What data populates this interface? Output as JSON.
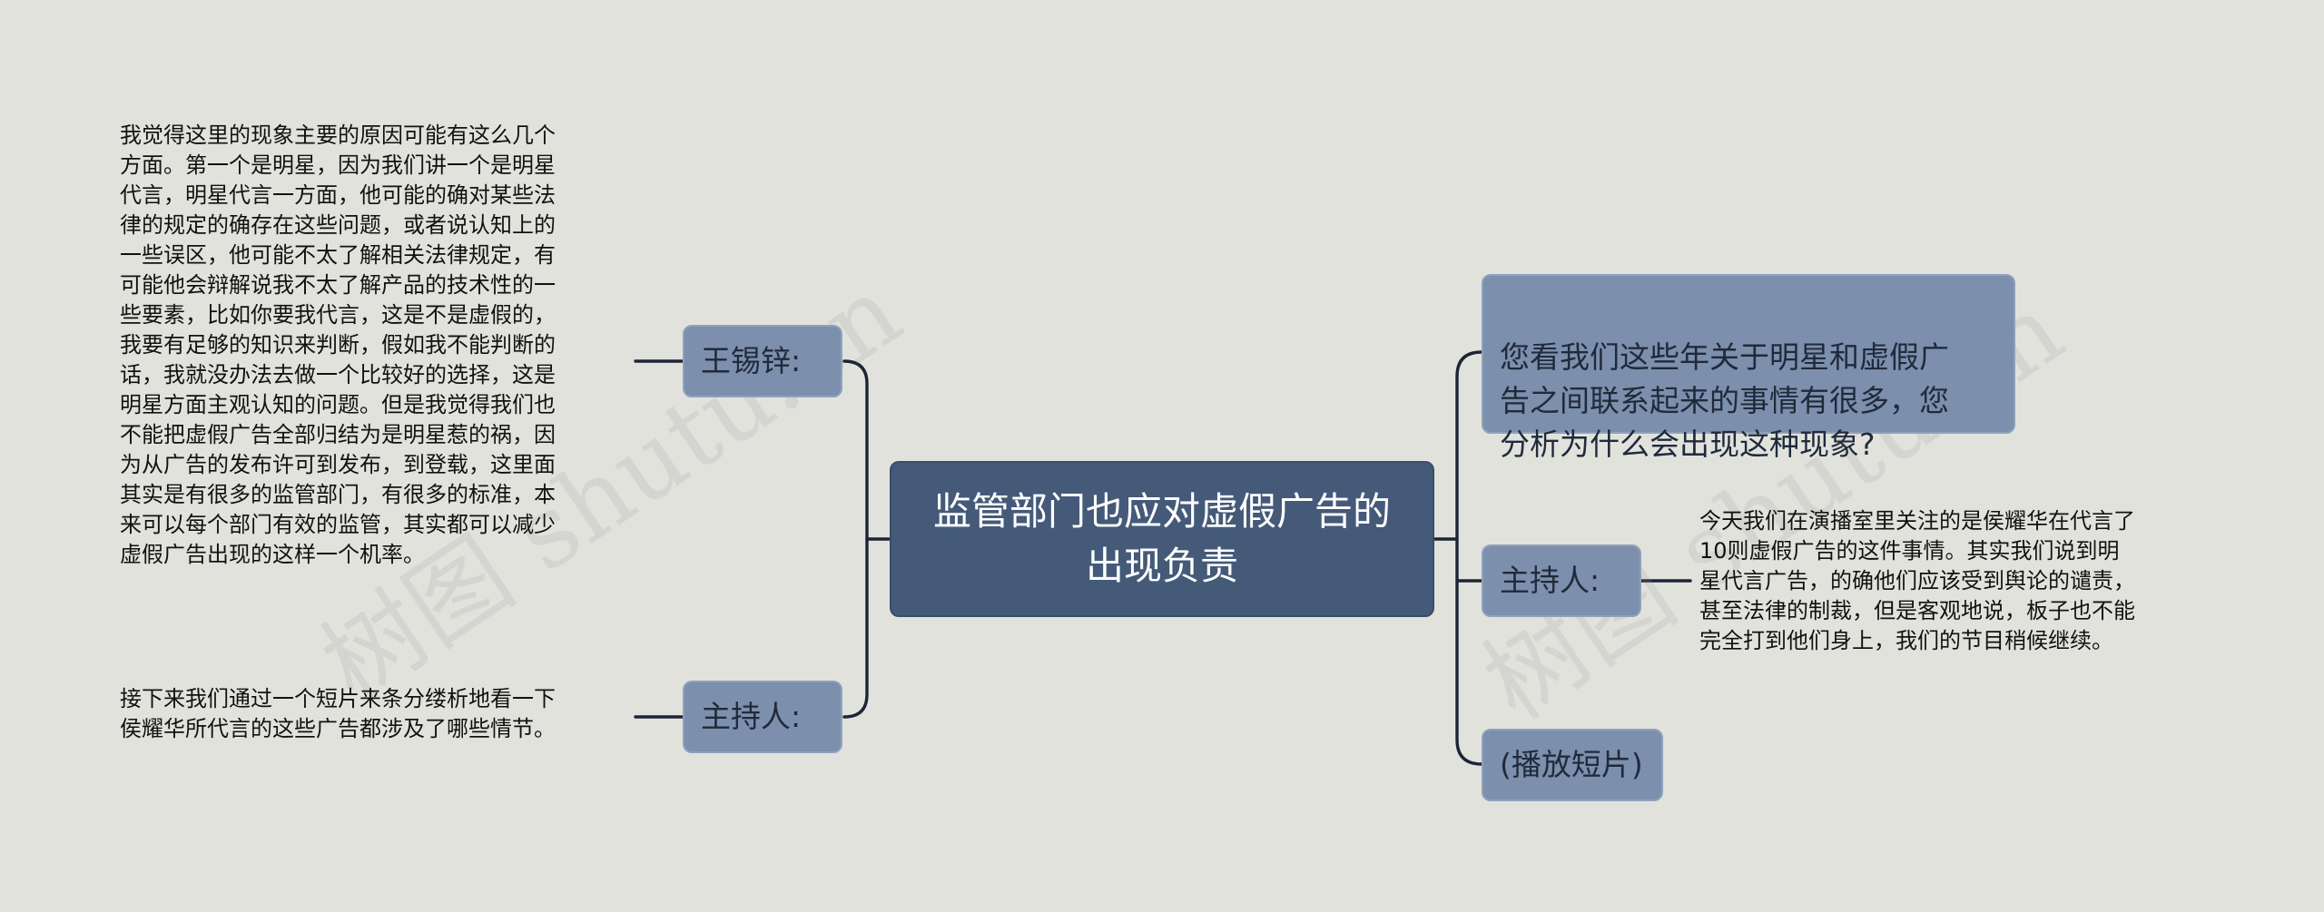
{
  "central": {
    "title": "监管部门也应对虚假广告的出现负责"
  },
  "left_branches": [
    {
      "speaker": "王锡锌:",
      "text": "我觉得这里的现象主要的原因可能有这么几个\n方面。第一个是明星，因为我们讲一个是明星\n代言，明星代言一方面，他可能的确对某些法\n律的规定的确存在这些问题，或者说认知上的\n一些误区，他可能不太了解相关法律规定，有\n可能他会辩解说我不太了解产品的技术性的一\n些要素，比如你要我代言，这是不是虚假的，\n我要有足够的知识来判断，假如我不能判断的\n话，我就没办法去做一个比较好的选择，这是\n明星方面主观认知的问题。但是我觉得我们也\n不能把虚假广告全部归结为是明星惹的祸，因\n为从广告的发布许可到发布，到登载，这里面\n其实是有很多的监管部门，有很多的标准，本\n来可以每个部门有效的监管，其实都可以减少\n虚假广告出现的这样一个机率。"
    },
    {
      "speaker": "主持人:",
      "text": "接下来我们通过一个短片来条分缕析地看一下\n侯耀华所代言的这些广告都涉及了哪些情节。"
    }
  ],
  "right_branches": [
    {
      "text": "您看我们这些年关于明星和虚假广\n告之间联系起来的事情有很多，您\n分析为什么会出现这种现象?"
    },
    {
      "speaker": "主持人:",
      "text": "今天我们在演播室里关注的是侯耀华在代言了\n10则虚假广告的这件事情。其实我们说到明\n星代言广告，的确他们应该受到舆论的谴责，\n甚至法律的制裁，但是客观地说，板子也不能\n完全打到他们身上，我们的节目稍候继续。"
    },
    {
      "text": "(播放短片)"
    }
  ],
  "watermarks": [
    "树图 shutu.cn",
    "树图 shutu.cn"
  ],
  "colors": {
    "background": "#e2e2dd",
    "central_fill": "#445a78",
    "sub_fill": "#7c8fac",
    "connector": "#1d2535"
  }
}
